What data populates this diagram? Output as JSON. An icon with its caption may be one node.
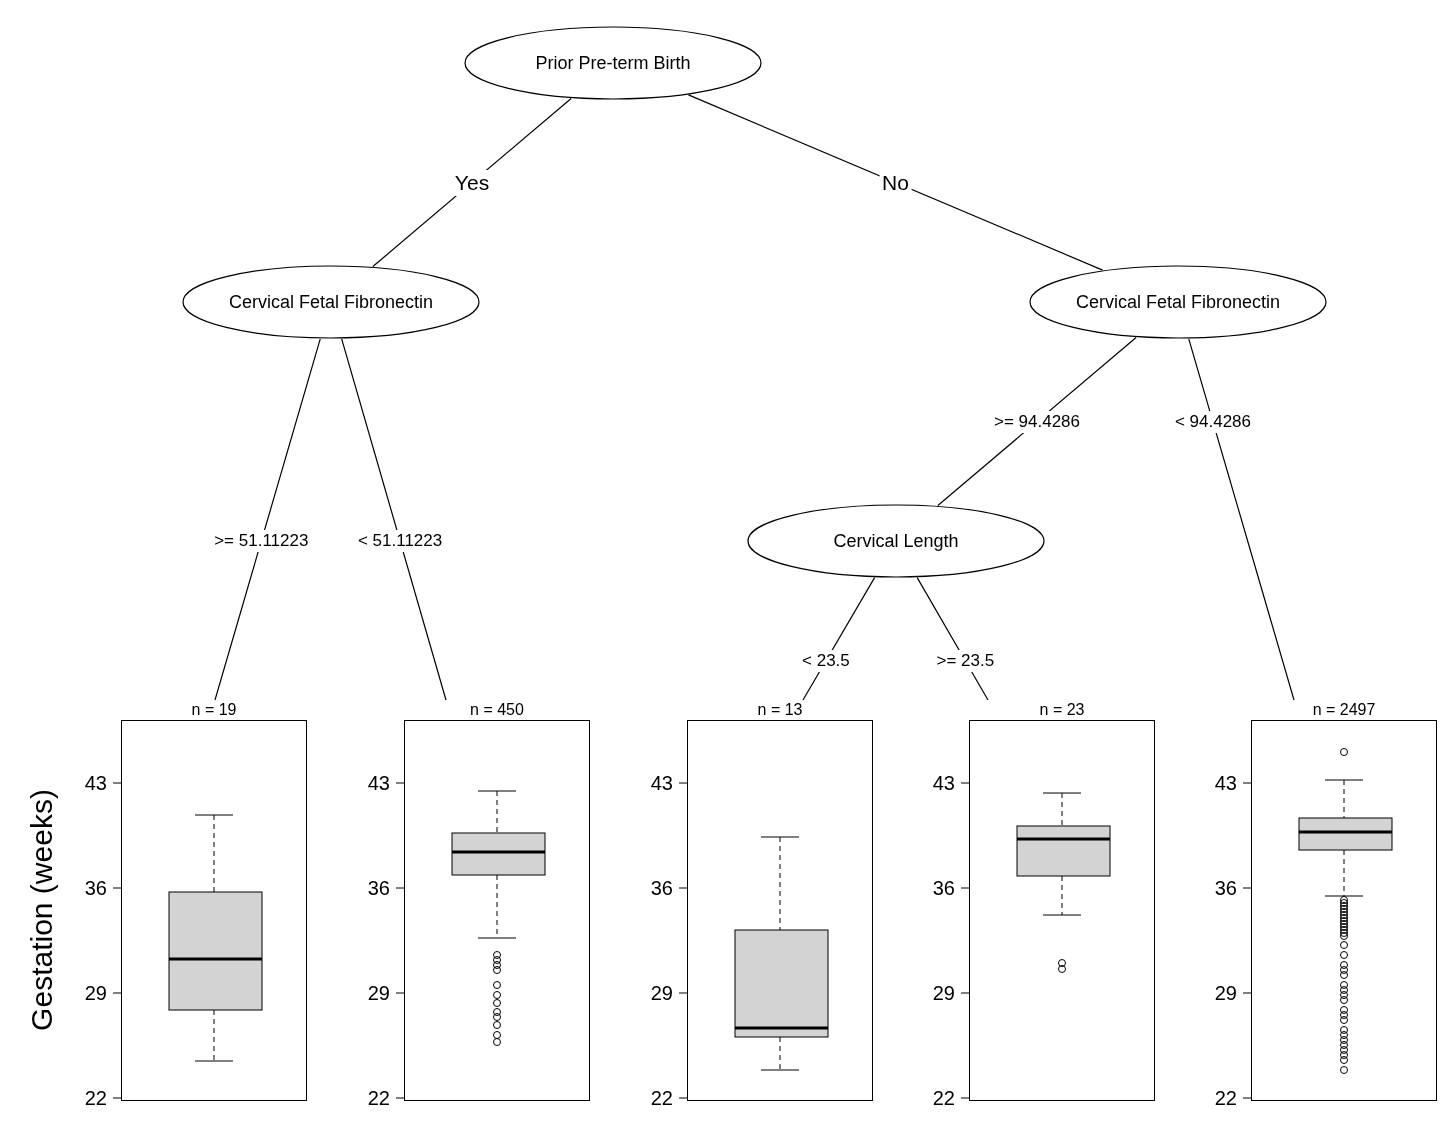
{
  "diagram": {
    "nodes": [
      {
        "text": [
          "Prior Pre-term Birth"
        ]
      },
      {
        "text": [
          "Cervical Fetal Fibronectin"
        ]
      },
      {
        "text": [
          "Cervical Fetal Fibronectin"
        ]
      },
      {
        "text": [
          "Cervical Length"
        ]
      },
      {
        "text": [
          "n = 19"
        ]
      },
      {
        "text": [
          "n = 450"
        ]
      },
      {
        "text": [
          "n = 13"
        ]
      },
      {
        "text": [
          "n = 23"
        ]
      },
      {
        "text": [
          "n = 2497"
        ]
      }
    ],
    "edges": [
      {
        "from": 0,
        "to": 1,
        "arrow": "none",
        "label": "Yes"
      },
      {
        "from": 0,
        "to": 2,
        "arrow": "none",
        "label": "No"
      },
      {
        "from": 1,
        "to": 4,
        "arrow": "none",
        "label": ">= 51.11223"
      },
      {
        "from": 1,
        "to": 5,
        "arrow": "none",
        "label": "< 51.11223"
      },
      {
        "from": 2,
        "to": 3,
        "arrow": "none",
        "label": ">= 94.4286"
      },
      {
        "from": 2,
        "to": 8,
        "arrow": "none",
        "label": "< 94.4286"
      },
      {
        "from": 3,
        "to": 6,
        "arrow": "none",
        "label": "< 23.5"
      },
      {
        "from": 3,
        "to": 7,
        "arrow": "none",
        "label": ">= 23.5"
      }
    ],
    "labels": [
      "Gestation (weeks)",
      "43",
      "36",
      "29",
      "22",
      "43",
      "36",
      "29",
      "22",
      "43",
      "36",
      "29",
      "22",
      "43",
      "36",
      "29",
      "22",
      "43",
      "36",
      "29",
      "22"
    ]
  }
}
